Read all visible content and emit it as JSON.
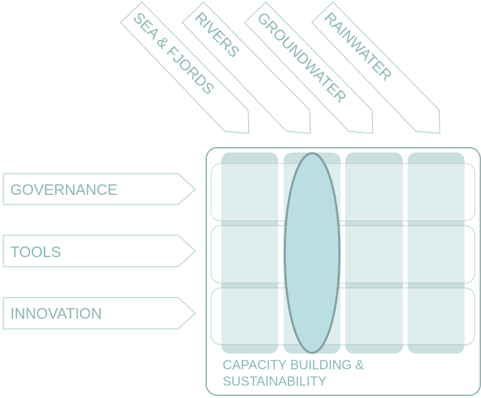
{
  "top_arrows": [
    {
      "label": "SEA & FJORDS"
    },
    {
      "label": "RIVERS"
    },
    {
      "label": "GROUNDWATER"
    },
    {
      "label": "RAINWATER"
    }
  ],
  "side_arrows": [
    {
      "label": "GOVERNANCE"
    },
    {
      "label": "TOOLS"
    },
    {
      "label": "INNOVATION"
    }
  ],
  "matrix": {
    "footer_line1": "CAPACITY BUILDING &",
    "footer_line2": "SUSTAINABILITY",
    "highlighted_column": "RIVERS"
  },
  "colors": {
    "text": "#8ab8b5",
    "arrow_stroke": "#9fc3c1",
    "frame_stroke": "#93b5b6",
    "column_dark": "#c9dfe0",
    "column_light": "#e0eded",
    "row_stroke": "#c9d6d6",
    "ellipse_fill": "#b9dfe3",
    "ellipse_stroke": "#829fa1"
  }
}
